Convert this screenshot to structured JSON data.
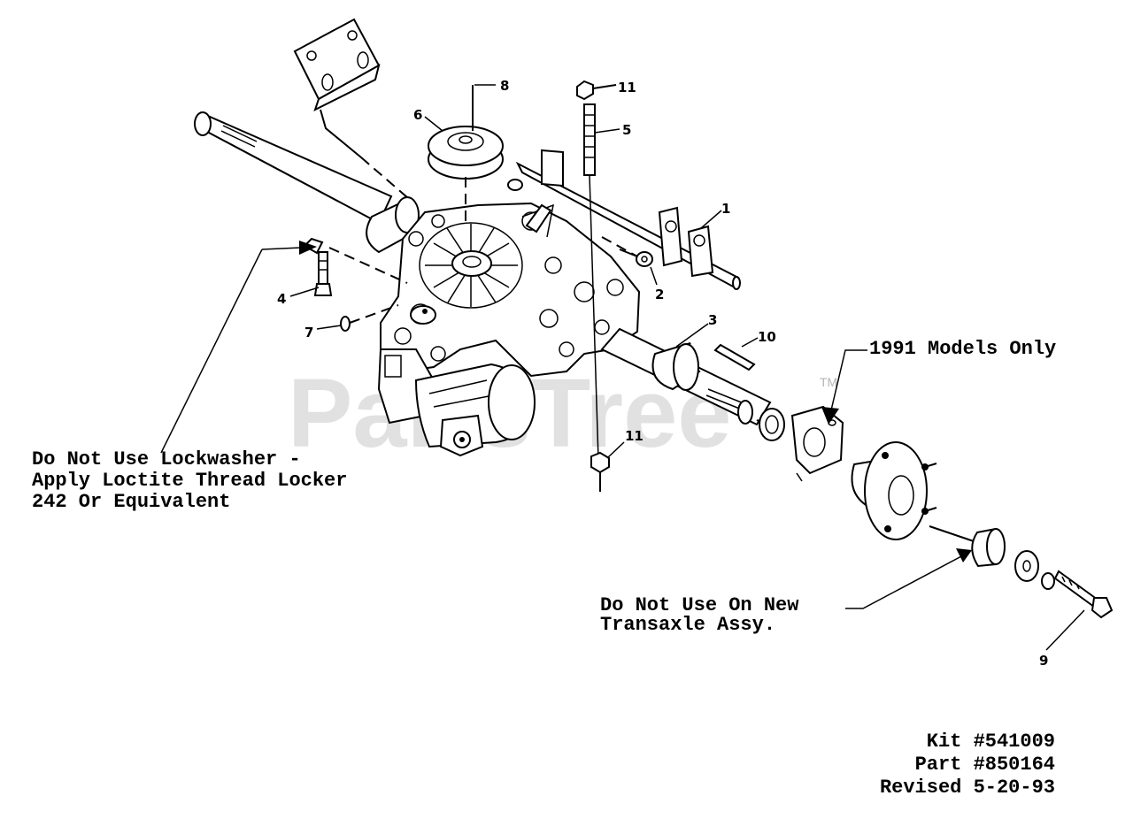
{
  "watermark": "PartsTree",
  "watermark_tm": "TM",
  "callouts": {
    "c1": "1",
    "c2": "2",
    "c3": "3",
    "c4": "4",
    "c5": "5",
    "c6": "6",
    "c7": "7",
    "c8": "8",
    "c9": "9",
    "c10": "10",
    "c11a": "11",
    "c11b": "11"
  },
  "notes": {
    "lockwasher_line1": "Do Not Use Lockwasher -",
    "lockwasher_line2": "Apply Loctite Thread Locker",
    "lockwasher_line3": "242 Or Equivalent",
    "models_1991": "1991 Models Only",
    "new_transaxle_line1": "Do Not Use On New",
    "new_transaxle_line2": "Transaxle Assy."
  },
  "info": {
    "kit": "Kit #541009",
    "part": "Part #850164",
    "revised": "Revised 5-20-93"
  }
}
